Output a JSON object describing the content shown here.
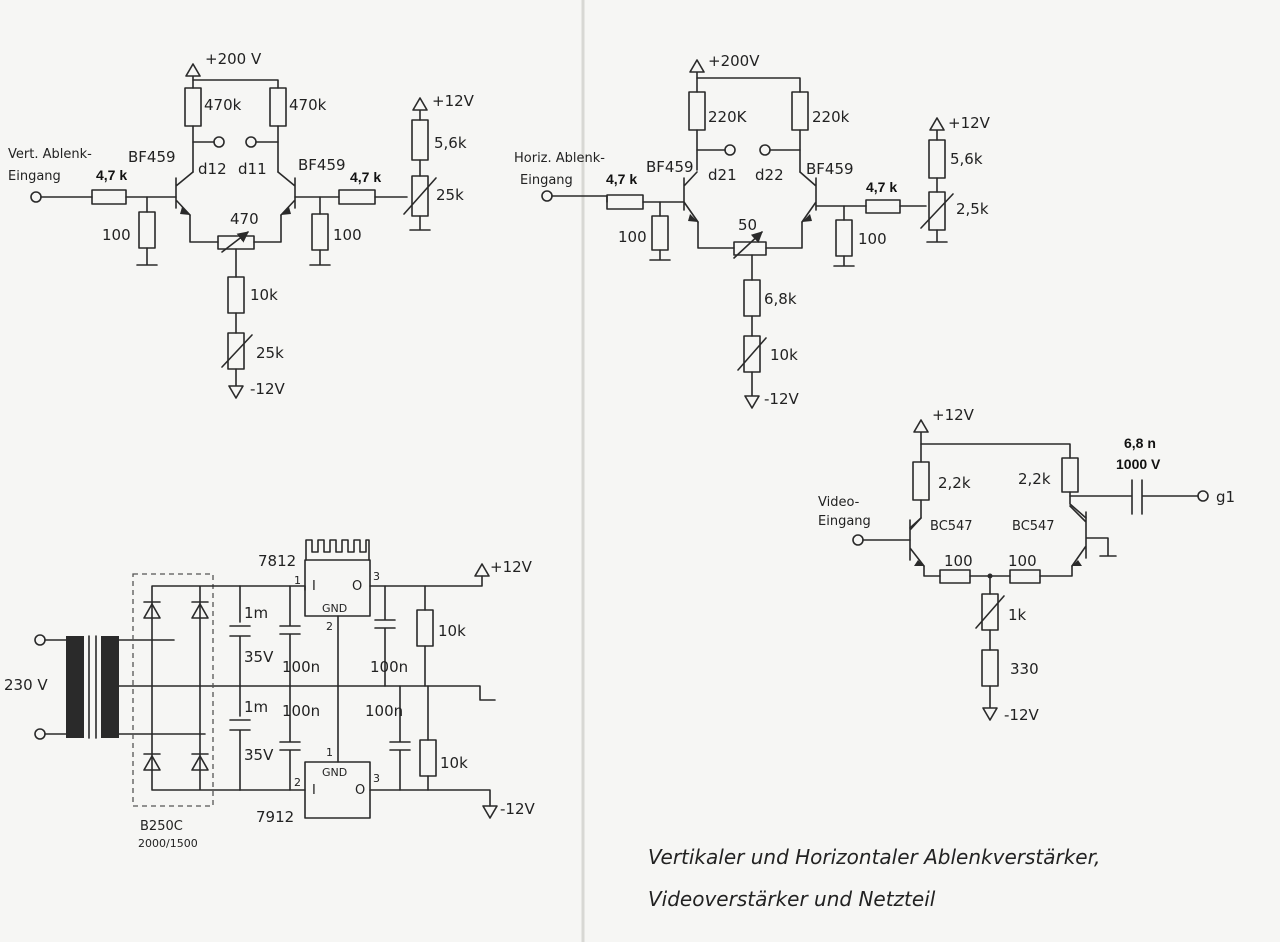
{
  "vertical_amp": {
    "supply_pos": "+200 V",
    "r_load_left": "470k",
    "r_load_right": "470k",
    "out_left": "d12",
    "out_right": "d11",
    "transistor_left": "BF459",
    "transistor_right": "BF459",
    "input_label_1": "Vert. Ablenk-",
    "input_label_2": "Eingang",
    "r_in": "4,7 k",
    "r_in_right": "4,7 k",
    "r_gnd_left": "100",
    "r_gnd_right": "100",
    "pot_emitter": "470",
    "r_tail": "10k",
    "pot_tail": "25k",
    "supply_neg": "-12V",
    "bias_supply": "+12V",
    "r_bias": "5,6k",
    "pot_bias": "25k"
  },
  "horizontal_amp": {
    "supply_pos": "+200V",
    "r_load_left": "220K",
    "r_load_right": "220k",
    "out_left": "d21",
    "out_right": "d22",
    "transistor_left": "BF459",
    "transistor_right": "BF459",
    "input_label_1": "Horiz. Ablenk-",
    "input_label_2": "Eingang",
    "r_in": "4,7 k",
    "r_in_right": "4,7 k",
    "r_gnd_left": "100",
    "r_gnd_right": "100",
    "pot_emitter": "50",
    "r_tail": "6,8k",
    "pot_tail": "10k",
    "supply_neg": "-12V",
    "bias_supply": "+12V",
    "r_bias": "5,6k",
    "pot_bias": "2,5k"
  },
  "video_amp": {
    "supply_pos": "+12V",
    "r_left": "2,2k",
    "r_right": "2,2k",
    "cap_value": "6,8 n",
    "cap_voltage": "1000 V",
    "output": "g1",
    "input_label_1": "Video-",
    "input_label_2": "Eingang",
    "transistor_left": "BC547",
    "transistor_right": "BC547",
    "r_emit_left": "100",
    "r_emit_right": "100",
    "pot": "1k",
    "r_tail": "330",
    "supply_neg": "-12V"
  },
  "power_supply": {
    "mains": "230 V",
    "rectifier_1": "B250C",
    "rectifier_2": "2000/1500",
    "reg_pos": "7812",
    "reg_neg": "7912",
    "pos_pin_in": "1",
    "pos_pin_out": "3",
    "pos_pin_gnd": "2",
    "pos_gnd": "GND",
    "neg_pin_gnd": "1",
    "neg_pin_in": "2",
    "neg_pin_out": "3",
    "neg_gnd": "GND",
    "reg_i": "I",
    "reg_o": "O",
    "c_bulk_1": "1m",
    "c_bulk_1_v": "35V",
    "c_bulk_2": "1m",
    "c_bulk_2_v": "35V",
    "c_pos_in": "100n",
    "c_pos_out": "100n",
    "c_neg_in": "100n",
    "c_neg_out": "100n",
    "r_pos": "10k",
    "r_neg": "10k",
    "out_pos": "+12V",
    "out_neg": "-12V"
  },
  "caption_line_1": "Vertikaler und Horizontaler Ablenkverstärker,",
  "caption_line_2": "Videoverstärker und Netzteil"
}
